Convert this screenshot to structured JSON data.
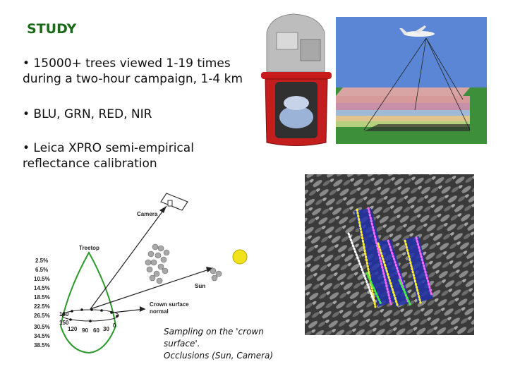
{
  "slide": {
    "title": "STUDY",
    "bullets": [
      "• 15000+ trees viewed 1-19 times during a two-hour campaign, 1-4 km",
      "• BLU, GRN, RED, NIR",
      "• Leica XPRO semi-empirical reflectance calibration"
    ],
    "caption_lines": [
      "Sampling on the 'crown",
      "surface'.",
      "Occlusions (Sun, Camera)"
    ]
  },
  "diagram": {
    "labels": {
      "camera": "Camera",
      "treetop": "Treetop",
      "sun": "Sun",
      "crown_surface_line1": "Crown surface",
      "crown_surface_line2": "normal"
    },
    "percentages": [
      "2.5%",
      "6.5%",
      "10.5%",
      "14.5%",
      "18.5%",
      "22.5%",
      "26.5%",
      "30.5%",
      "34.5%",
      "38.5%"
    ],
    "angles": {
      "a180": "180",
      "a150": "150",
      "a120": "120",
      "a90": "90",
      "a60": "60",
      "a30": "30",
      "a0": "0"
    },
    "colors": {
      "crown_outline": "#2a9a2a",
      "sun": "#f2e21a",
      "points": "#999999"
    }
  }
}
